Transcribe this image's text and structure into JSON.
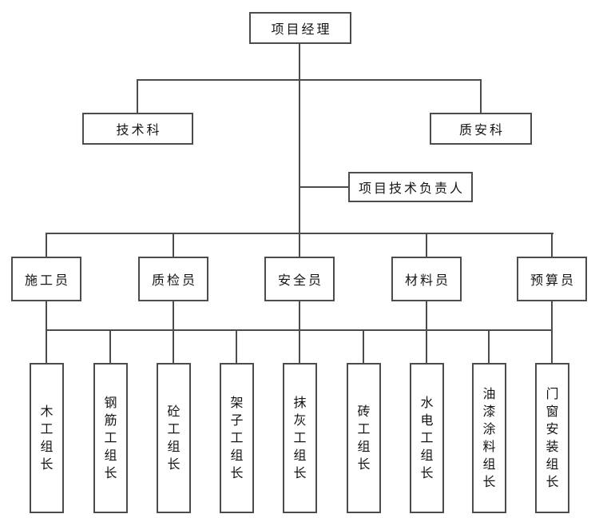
{
  "diagram": {
    "type": "org-chart",
    "root": "项目经理",
    "level2": {
      "dept_left": "技术科",
      "dept_right": "质安科"
    },
    "level3": {
      "tech_lead": "项目技术负责人"
    },
    "staff": [
      "施工员",
      "质检员",
      "安全员",
      "材料员",
      "预算员"
    ],
    "teams": [
      "木工组长",
      "钢筋工组长",
      "砼工组长",
      "架子工组长",
      "抹灰工组长",
      "砖工组长",
      "水电工组长",
      "油漆涂料组长",
      "门窗安装组长"
    ],
    "colors": {
      "line": "#4c4c4c",
      "text": "#141414",
      "background": "#ffffff"
    }
  }
}
